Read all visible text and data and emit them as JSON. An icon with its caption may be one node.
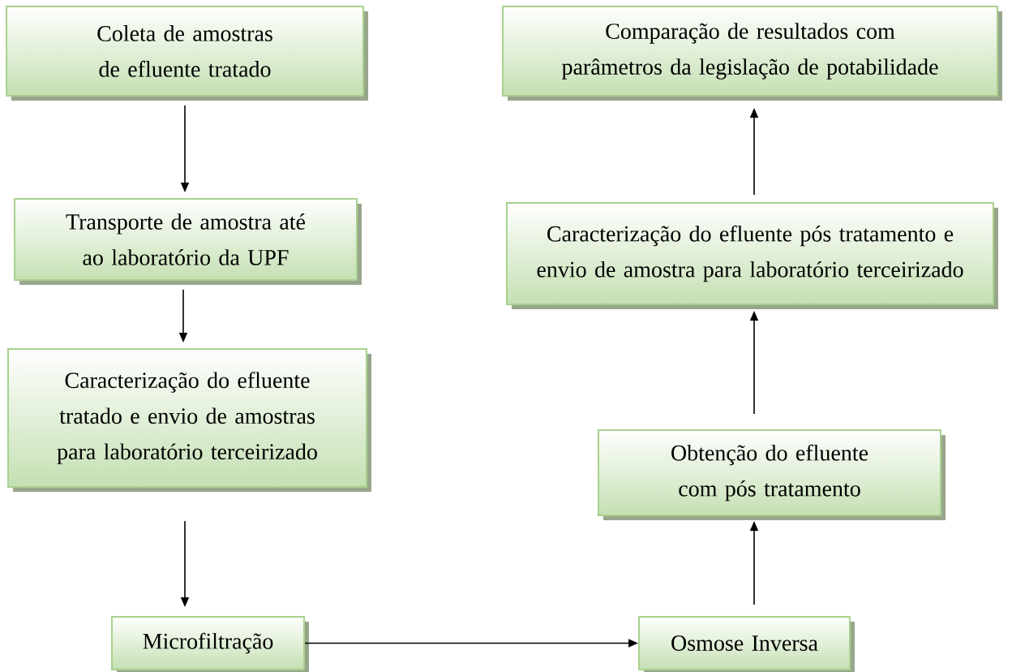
{
  "diagram": {
    "nodes": [
      {
        "text": [
          "Coleta de amostras de efluente tratado"
        ]
      },
      {
        "text": [
          "Transporte de amostra até ao laboratório da UPF"
        ]
      },
      {
        "text": [
          "Caracterização do efluente tratado e envio de amostras para laboratório terceirizado"
        ]
      },
      {
        "text": [
          "Microfiltração"
        ]
      },
      {
        "text": [
          "Osmose Inversa"
        ]
      },
      {
        "text": [
          "Obtenção do efluente com pós tratamento"
        ]
      },
      {
        "text": [
          "Caracterização do efluente pós tratamento e envio de amostra para laboratório terceirizado"
        ]
      },
      {
        "text": [
          "Comparação de resultados com parâmetros da legislação de potabilidade"
        ]
      }
    ],
    "edges": [
      {
        "from": 0,
        "to": 1,
        "arrow": "to"
      },
      {
        "from": 1,
        "to": 2,
        "arrow": "to"
      },
      {
        "from": 2,
        "to": 3,
        "arrow": "to"
      },
      {
        "from": 3,
        "to": 4,
        "arrow": "to"
      },
      {
        "from": 4,
        "to": 5,
        "arrow": "to"
      },
      {
        "from": 5,
        "to": 6,
        "arrow": "to"
      },
      {
        "from": 6,
        "to": 7,
        "arrow": "to"
      }
    ]
  }
}
